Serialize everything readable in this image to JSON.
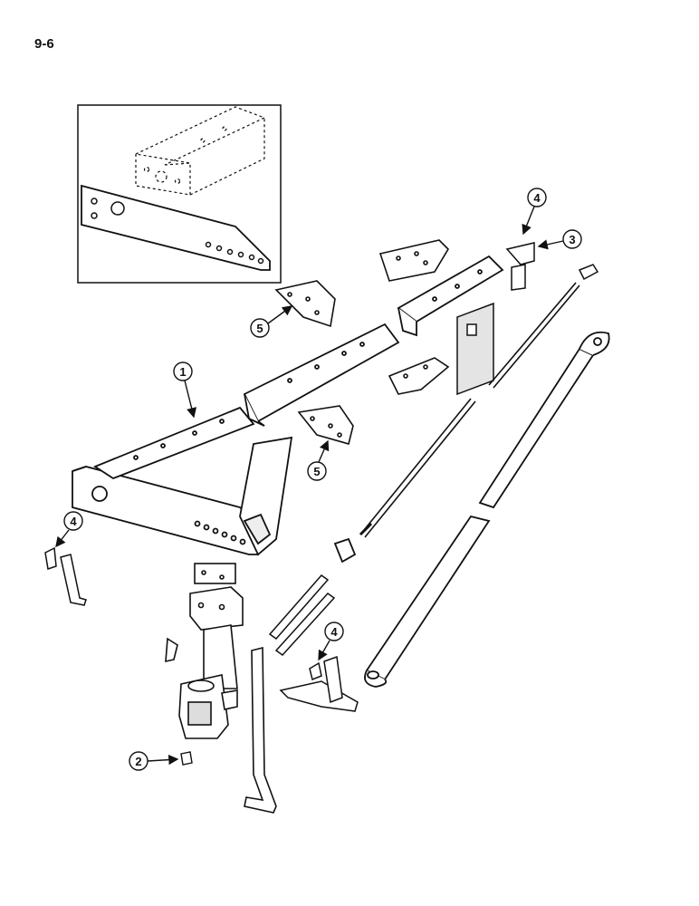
{
  "page": {
    "number": "9-6"
  },
  "callouts": {
    "c1": "1",
    "c2": "2",
    "c3": "3",
    "c4a": "4",
    "c4b": "4",
    "c4c": "4",
    "c5a": "5",
    "c5b": "5"
  },
  "colors": {
    "line": "#111111",
    "paper": "#ffffff",
    "shade": "#d8d8d8"
  }
}
